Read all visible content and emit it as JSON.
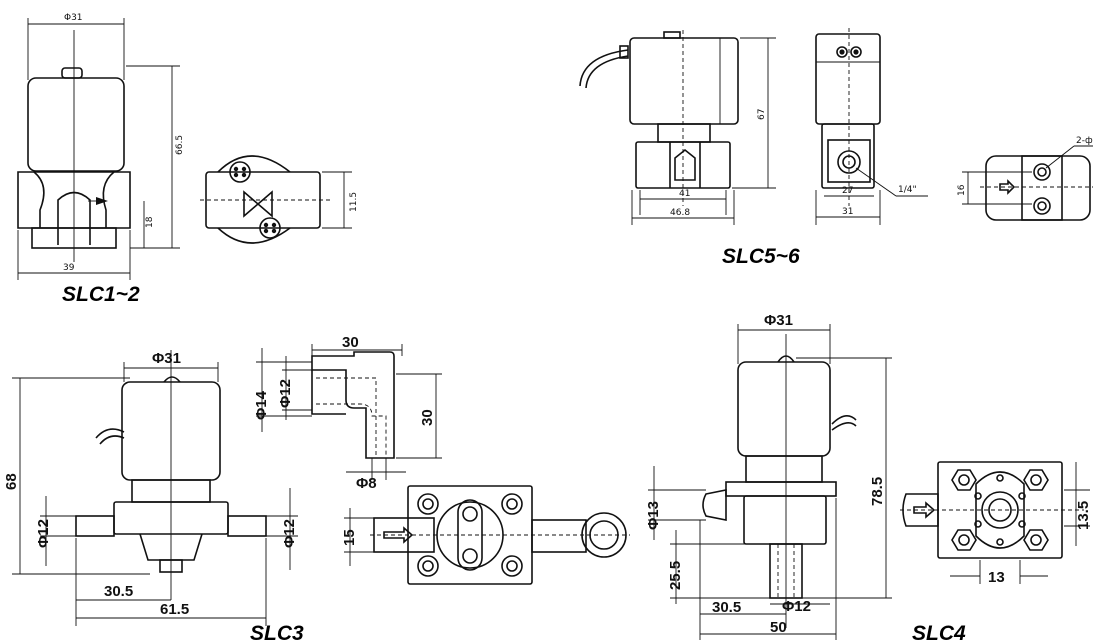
{
  "labels": {
    "slc12": "SLC1~2",
    "slc56": "SLC5~6",
    "slc3": "SLC3",
    "slc4": "SLC4"
  },
  "slc12_dims": {
    "top": "Φ31",
    "height": "66.5",
    "side": "18",
    "base": "39",
    "port": "11.5"
  },
  "slc56_dims": {
    "height": "67",
    "w1": "41",
    "w2": "46.8",
    "w3": "27",
    "w4": "31",
    "thread": "1/4\"",
    "side": "16",
    "holes": "2-ф"
  },
  "slc3_dims": {
    "top": "Φ31",
    "height": "68",
    "pipe_left": "Φ12",
    "pipe_right": "Φ12",
    "w1": "30.5",
    "w2": "61.5",
    "elbow_w": "30",
    "elbow_d1": "Φ14",
    "elbow_d2": "Φ12",
    "elbow_h": "30",
    "elbow_bore": "Φ8",
    "inlet": "15"
  },
  "slc4_dims": {
    "top": "Φ31",
    "height": "78.5",
    "inlet": "Φ13",
    "stem": "25.5",
    "w1": "30.5",
    "outlet": "Φ12",
    "w2": "50",
    "side": "13.5",
    "bottom": "13"
  }
}
